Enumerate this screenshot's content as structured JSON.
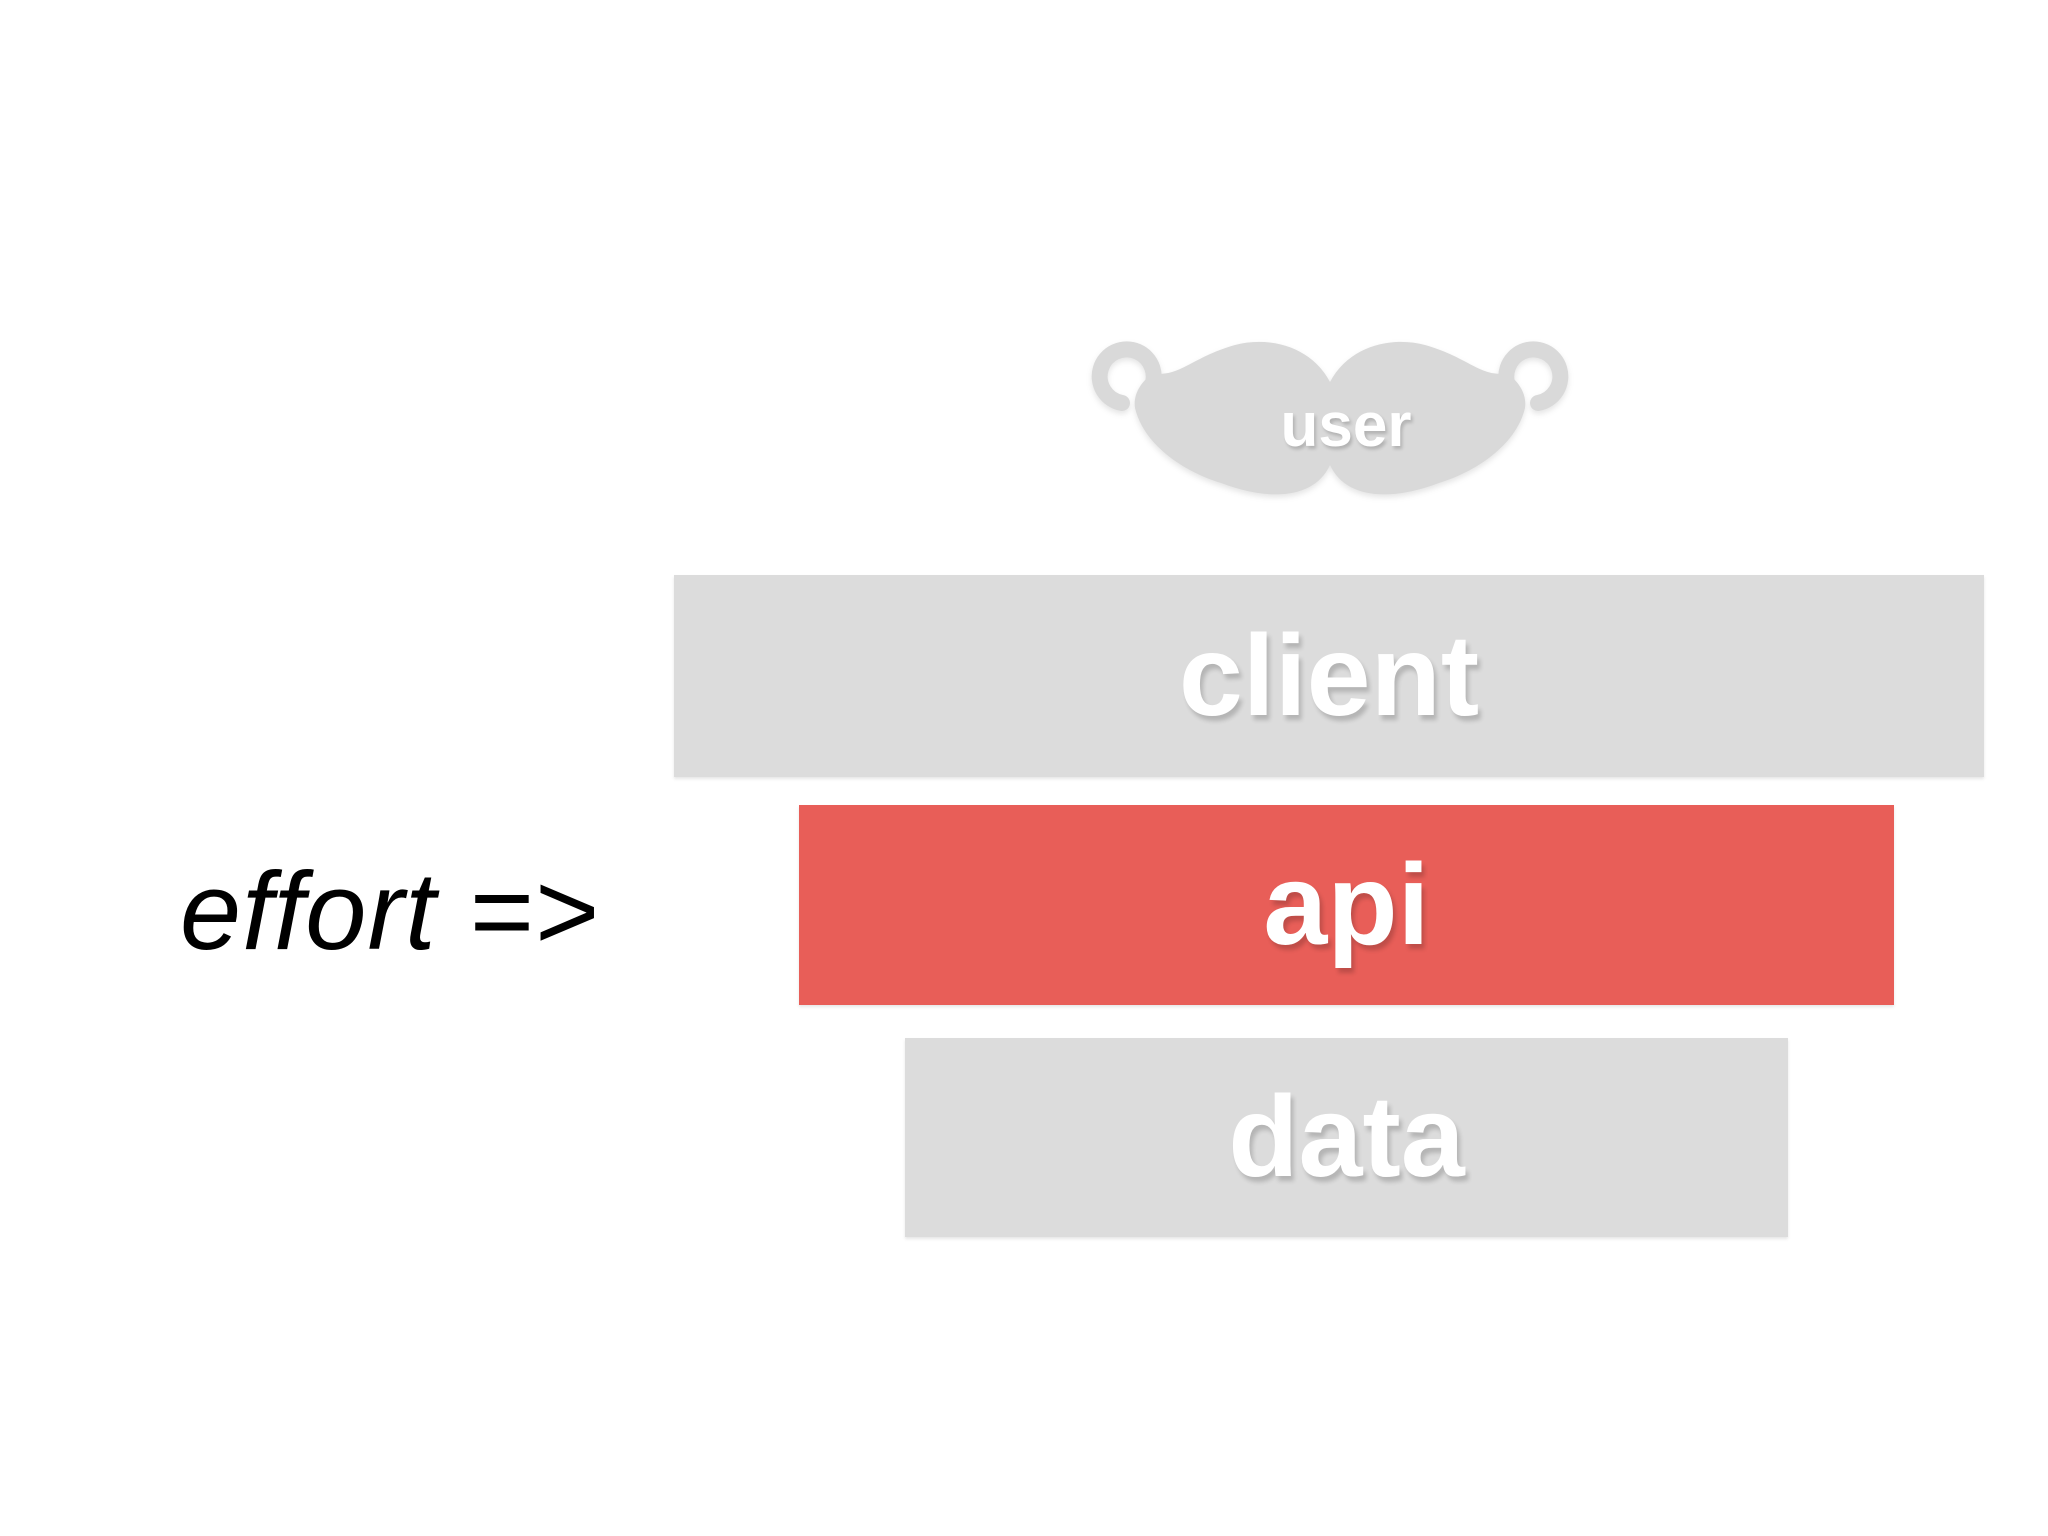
{
  "slide": {
    "background_color": "#ffffff",
    "effort": {
      "label": "effort =>",
      "color": "#000000"
    },
    "user_icon": {
      "icon": "mustache-icon",
      "label": "user",
      "fill": "#d9d9d9",
      "label_color": "#ffffff"
    },
    "layers": [
      {
        "label": "client",
        "background": "#dcdcdc",
        "label_color": "#ffffff"
      },
      {
        "label": "api",
        "background": "#e85e58",
        "label_color": "#ffffff"
      },
      {
        "label": "data",
        "background": "#dcdcdc",
        "label_color": "#ffffff"
      }
    ]
  }
}
